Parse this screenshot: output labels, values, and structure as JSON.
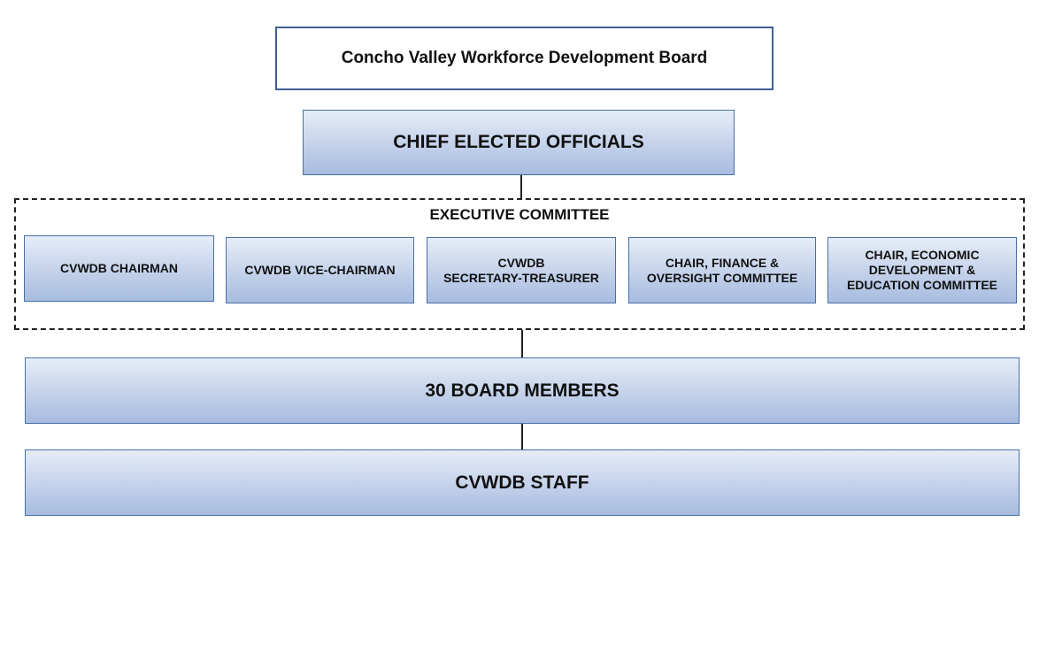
{
  "org_chart": {
    "title": "Concho Valley Workforce Development Board",
    "chief_elected_officials": "CHIEF ELECTED OFFICIALS",
    "executive_committee": {
      "label": "EXECUTIVE COMMITTEE",
      "members": [
        {
          "lines": [
            "CVWDB CHAIRMAN"
          ]
        },
        {
          "lines": [
            "CVWDB VICE-CHAIRMAN"
          ]
        },
        {
          "lines": [
            "CVWDB",
            "SECRETARY-TREASURER"
          ]
        },
        {
          "lines": [
            "CHAIR, FINANCE &",
            "OVERSIGHT COMMITTEE"
          ]
        },
        {
          "lines": [
            "CHAIR, ECONOMIC",
            "DEVELOPMENT &",
            "EDUCATION COMMITTEE"
          ]
        }
      ]
    },
    "board_members": "30 BOARD MEMBERS",
    "staff": "CVWDB STAFF"
  },
  "colors": {
    "box_border": "#4a6fa5",
    "box_fill_top": "#e6edf8",
    "box_fill_bottom": "#a7bcdf",
    "title_border": "#3e5f96",
    "connector": "#222222"
  }
}
